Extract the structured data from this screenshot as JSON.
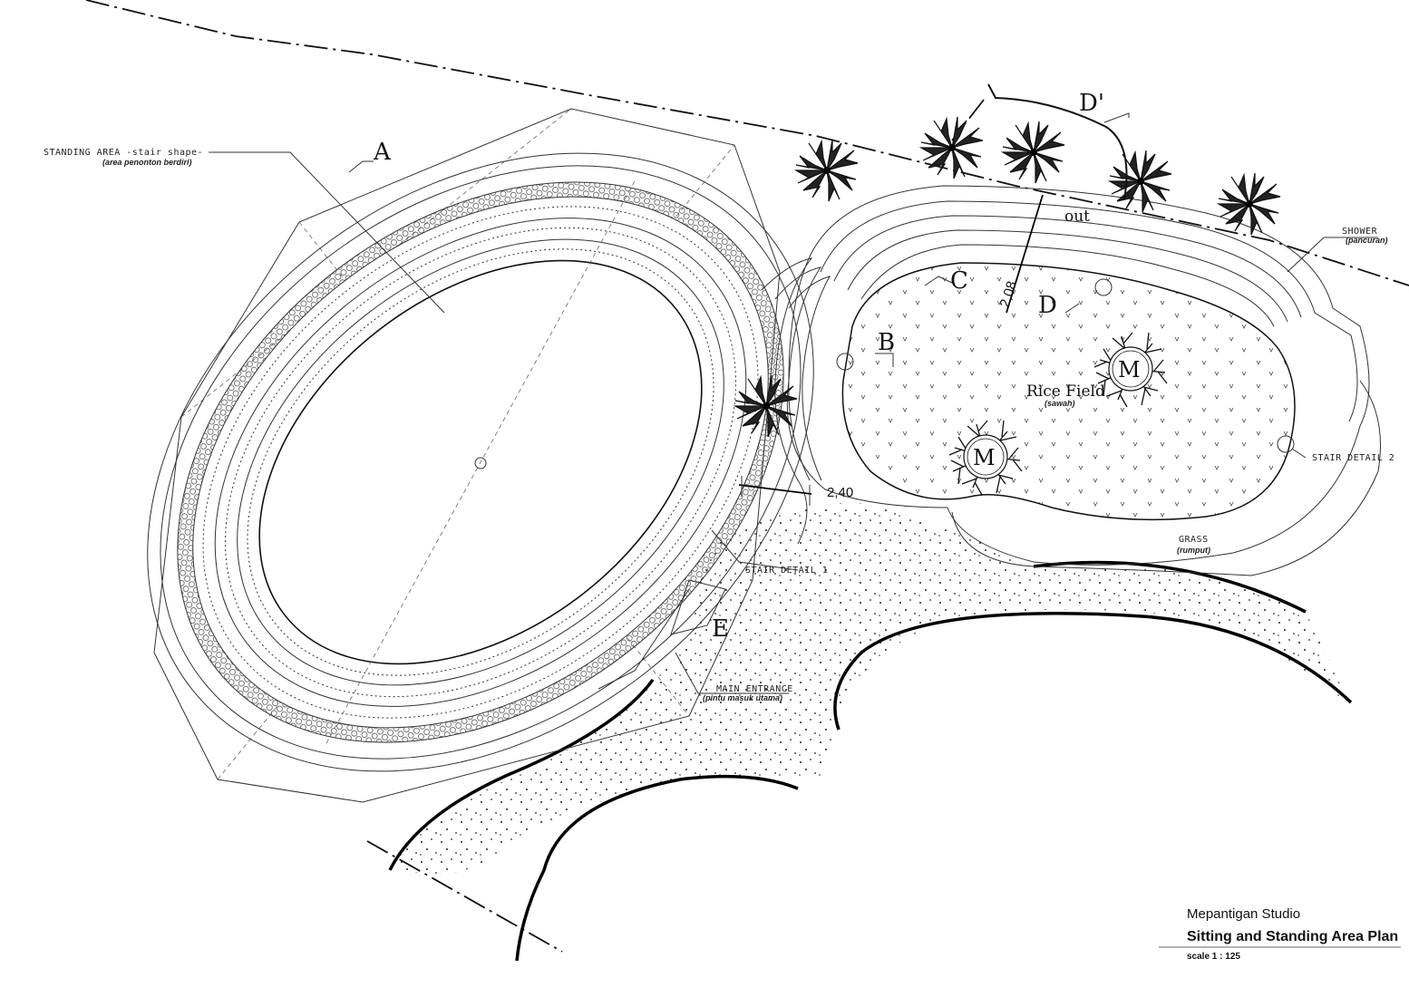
{
  "labels": {
    "section_a": "A",
    "section_b": "B",
    "section_c": "C",
    "section_d": "D",
    "section_d_prime": "D'",
    "section_e": "E",
    "out": "out",
    "rice_field": "Rice Field",
    "rice_field_sub": "(sawah)",
    "tree_m1": "M",
    "tree_m2": "M"
  },
  "callouts": {
    "standing_area": "STANDING AREA -stair shape-",
    "standing_area_sub": "(area penonton berdiri)",
    "shower": "SHOWER",
    "shower_sub": "(pancuran)",
    "stair_detail_1": "STAIR DETAIL 1",
    "stair_detail_2": "STAIR DETAIL 2",
    "grass": "GRASS",
    "grass_sub": "(rumput)",
    "main_entrance": "MAIN ENTRANCE",
    "main_entrance_sub": "(pintu masuk utama)"
  },
  "dimensions": {
    "width_1": "2,08",
    "width_2": "2,40"
  },
  "title_block": {
    "studio": "Mepantigan Studio",
    "title": "Sitting and Standing Area Plan",
    "scale": "scale 1 : 125"
  }
}
